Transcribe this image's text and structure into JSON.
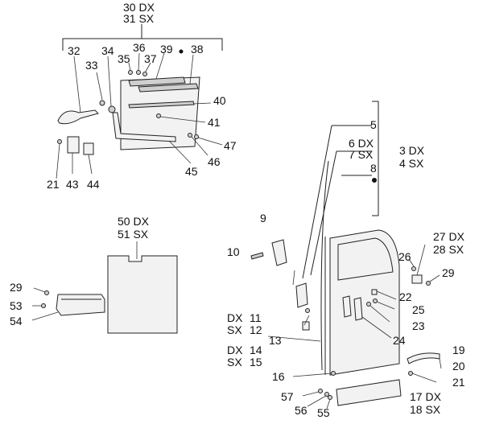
{
  "labels": {
    "l30": "30 DX",
    "l31": "31 SX",
    "l32": "32",
    "l33": "33",
    "l34": "34",
    "l35": "35",
    "l36": "36",
    "l37": "37",
    "l38": "38",
    "l39": "39",
    "l40": "40",
    "l41": "41",
    "l47": "47",
    "l46": "46",
    "l45": "45",
    "l21a": "21",
    "l43": "43",
    "l44": "44",
    "l5": "5",
    "l6": "6 DX",
    "l7": "7 SX",
    "l8": "8",
    "l3": "3  DX",
    "l4": "4  SX",
    "l50": "50  DX",
    "l51": "51  SX",
    "l9": "9",
    "l10": "10",
    "l29a": "29",
    "l53": "53",
    "l54": "54",
    "l26": "26",
    "l27": "27  DX",
    "l28": "28  SX",
    "l29b": "29",
    "l22": "22",
    "l25": "25",
    "l23": "23",
    "l24": "24",
    "l11dx": "DX",
    "l11": "11",
    "l12sx": "SX",
    "l12": "12",
    "l13": "13",
    "l14dx": "DX",
    "l14": "14",
    "l15sx": "SX",
    "l15": "15",
    "l16": "16",
    "l19": "19",
    "l20": "20",
    "l21b": "21",
    "l57": "57",
    "l56": "56",
    "l55": "55",
    "l17": "17 DX",
    "l18": "18 SX"
  }
}
